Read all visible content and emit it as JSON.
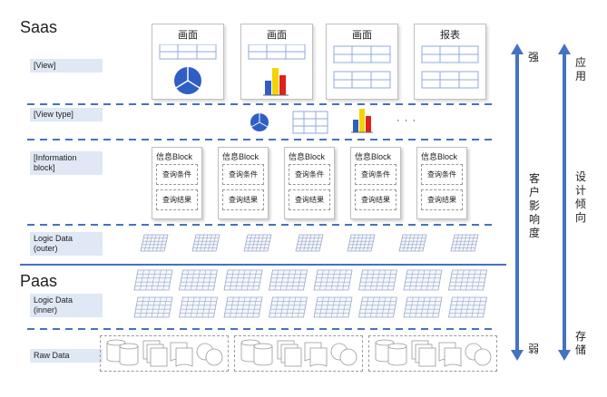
{
  "tiers": {
    "saas": "Saas",
    "paas": "Paas"
  },
  "layers": {
    "view": "[View]",
    "view_type": "[View type]",
    "information_block": [
      "[Information",
      "block]"
    ],
    "logic_outer": [
      "Logic Data",
      "(outer)"
    ],
    "logic_inner": [
      "Logic Data",
      "(inner)"
    ],
    "raw_data": "Raw Data"
  },
  "views": [
    {
      "title": "画面",
      "graphic": "pie-chart"
    },
    {
      "title": "画面",
      "graphic": "bar-chart"
    },
    {
      "title": "画面",
      "graphic": "tables"
    },
    {
      "title": "报表",
      "graphic": "tables"
    }
  ],
  "view_types_more": "· · ·",
  "info_blocks": {
    "title": "信息Block",
    "condition": "查询条件",
    "result": "查询结果",
    "count": 5
  },
  "axis_left": {
    "top": "强",
    "middle": "客户影响度",
    "bottom": "弱"
  },
  "axis_right": {
    "top": "应用",
    "middle": "设计倾向",
    "bottom": "存储"
  },
  "colors": {
    "accent": "#4472c4",
    "pie": "#2f5ec4",
    "bar_red": "#e0201b",
    "bar_yellow": "#f2d400",
    "bar_blue": "#2f5ec4"
  }
}
